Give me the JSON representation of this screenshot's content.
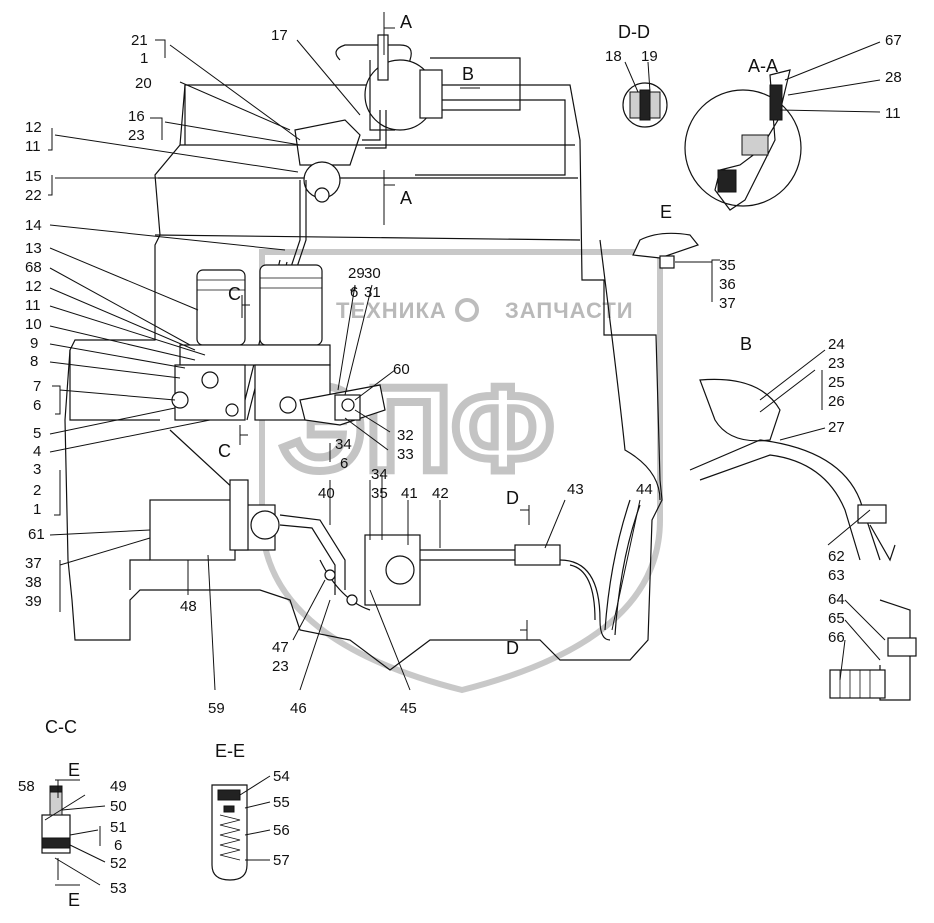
{
  "watermark": {
    "brand_left": "ТЕХНИКА",
    "brand_right": "ЗАПЧАСТИ",
    "logo_text": "ЭПФ"
  },
  "sections": {
    "aa": "A-A",
    "dd": "D-D",
    "cc": "C-C",
    "ee": "E-E",
    "b": "B",
    "e": "E"
  },
  "cut_letters": {
    "a_top": "A",
    "a_bottom": "A",
    "b_arrow": "B",
    "c_upper": "C",
    "c_lower": "C",
    "d_upper": "D",
    "d_lower": "D",
    "e_cc_top": "E",
    "e_cc_bottom": "E"
  },
  "callouts": {
    "n1a": "1",
    "n1b": "1",
    "n2": "2",
    "n3": "3",
    "n4": "4",
    "n5": "5",
    "n6a": "6",
    "n6b": "6",
    "n6c": "6",
    "n6d": "6",
    "n7": "7",
    "n8": "8",
    "n9": "9",
    "n10": "10",
    "n11a": "11",
    "n11b": "11",
    "n11c": "11",
    "n12a": "12",
    "n12b": "12",
    "n13": "13",
    "n14": "14",
    "n15": "15",
    "n16": "16",
    "n17": "17",
    "n18": "18",
    "n19": "19",
    "n20": "20",
    "n21": "21",
    "n22": "22",
    "n23a": "23",
    "n23b": "23",
    "n23c": "23",
    "n24": "24",
    "n25": "25",
    "n26": "26",
    "n27": "27",
    "n28": "28",
    "n29": "29",
    "n30": "30",
    "n31": "31",
    "n32": "32",
    "n33": "33",
    "n34a": "34",
    "n34b": "34",
    "n35a": "35",
    "n35b": "35",
    "n36": "36",
    "n37a": "37",
    "n37b": "37",
    "n38": "38",
    "n39": "39",
    "n40": "40",
    "n41": "41",
    "n42": "42",
    "n43": "43",
    "n44": "44",
    "n45": "45",
    "n46": "46",
    "n47": "47",
    "n48": "48",
    "n49": "49",
    "n50": "50",
    "n51": "51",
    "n52": "52",
    "n53": "53",
    "n54": "54",
    "n55": "55",
    "n56": "56",
    "n57": "57",
    "n58": "58",
    "n59": "59",
    "n60": "60",
    "n61": "61",
    "n62": "62",
    "n63": "63",
    "n64": "64",
    "n65": "65",
    "n66": "66",
    "n67": "67",
    "n68": "68"
  }
}
